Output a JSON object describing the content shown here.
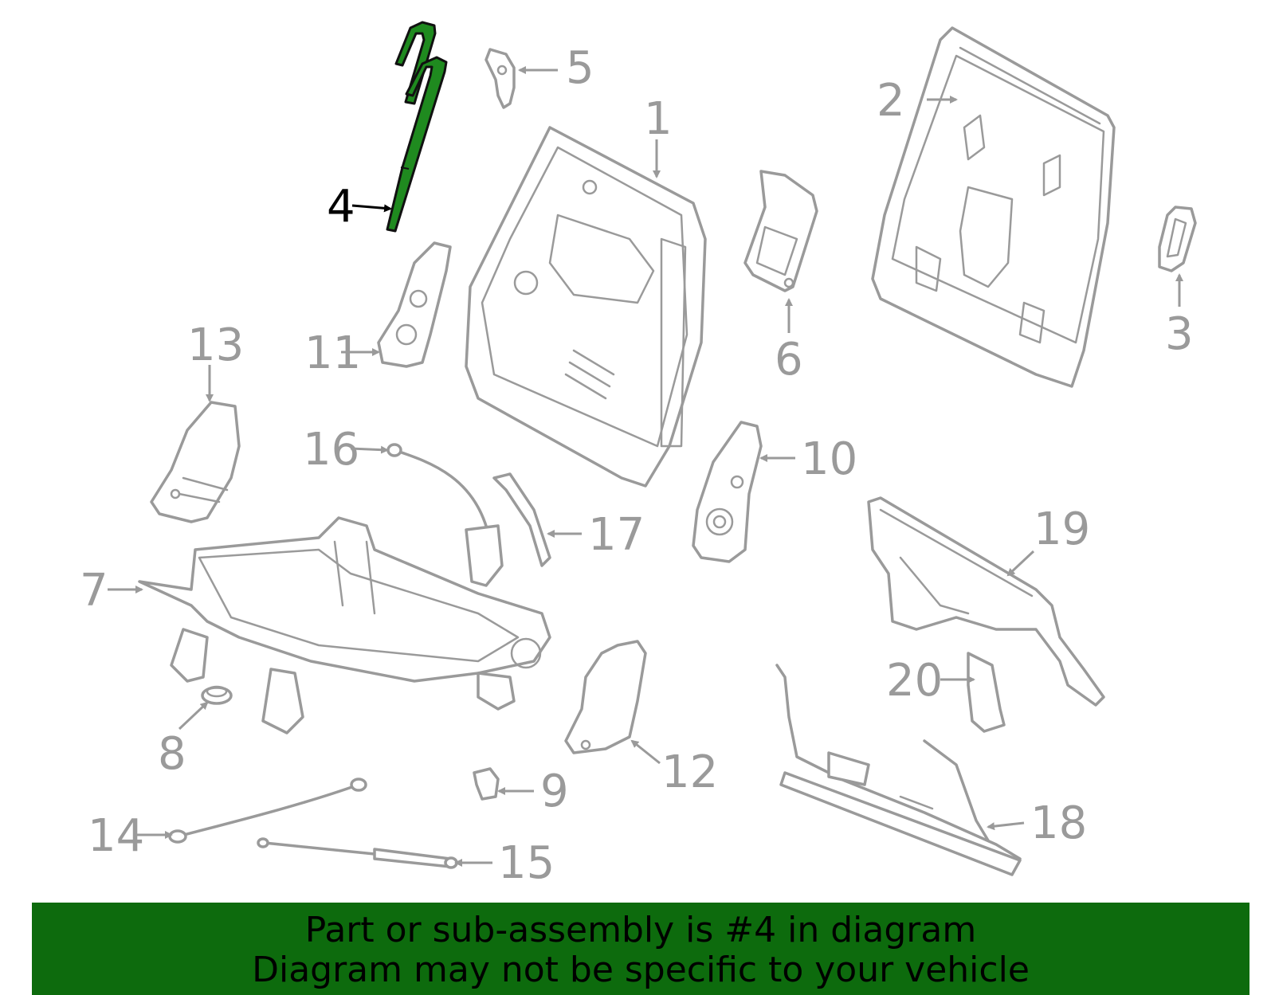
{
  "diagram": {
    "highlighted_part": "4",
    "highlight_color": "#1f8a1f",
    "part_color": "#9a9a9a",
    "callouts": {
      "c1": "1",
      "c2": "2",
      "c3": "3",
      "c4": "4",
      "c5": "5",
      "c6": "6",
      "c7": "7",
      "c8": "8",
      "c9": "9",
      "c10": "10",
      "c11": "11",
      "c12": "12",
      "c13": "13",
      "c14": "14",
      "c15": "15",
      "c16": "16",
      "c17": "17",
      "c18": "18",
      "c19": "19",
      "c20": "20"
    }
  },
  "banner": {
    "background": "#0d6b0d",
    "line1": "Part or sub-assembly is #4 in diagram",
    "line2": "Diagram may not be specific to your vehicle"
  }
}
